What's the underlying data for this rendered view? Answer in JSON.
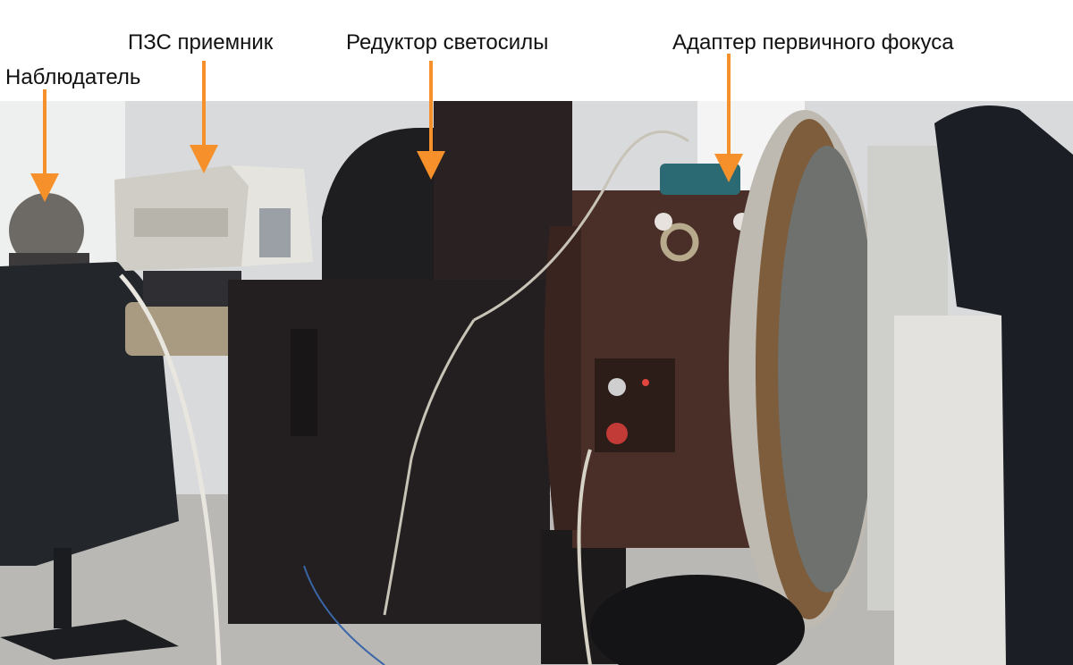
{
  "labels": {
    "observer": "Наблюдатель",
    "ccd_receiver": "ПЗС приемник",
    "focal_reducer": "Редуктор светосилы",
    "prime_focus_adapter": "Адаптер первичного фокуса"
  },
  "colors": {
    "arrow": "#f5902a",
    "text": "#111111",
    "background": "#ffffff"
  }
}
